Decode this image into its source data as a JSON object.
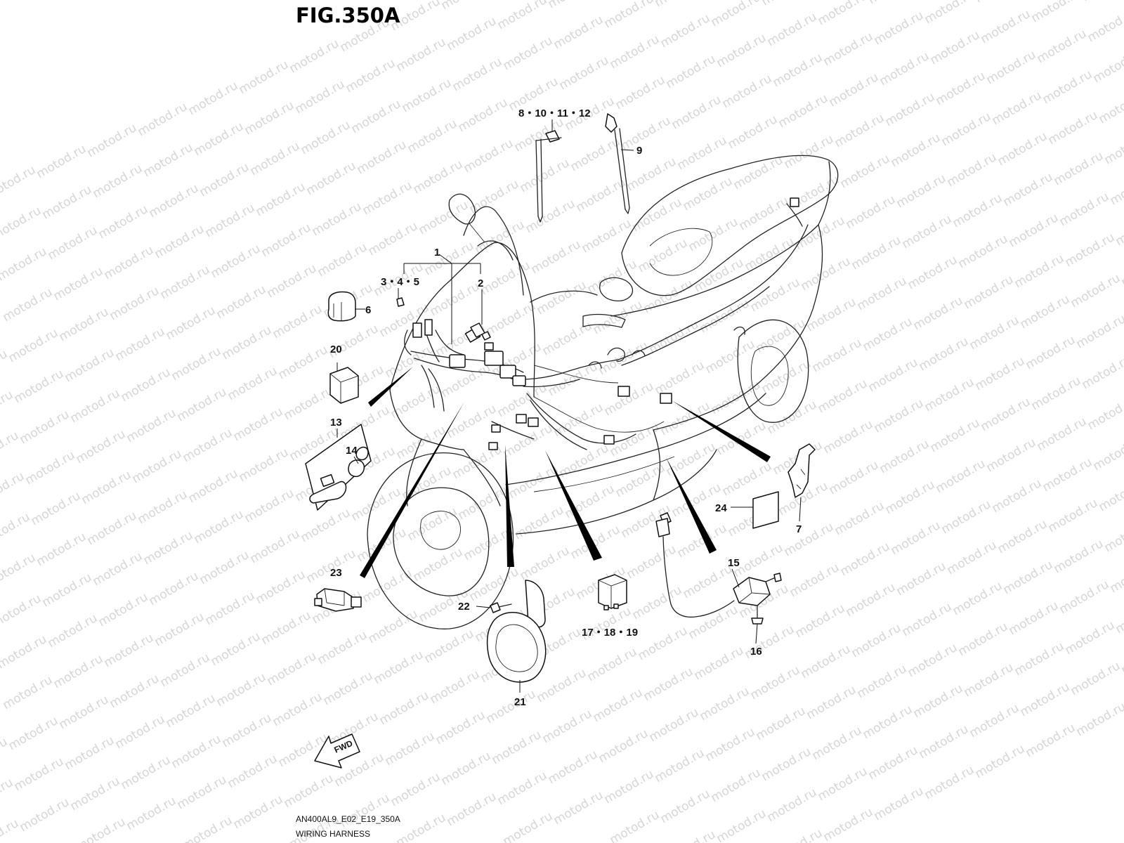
{
  "figure": {
    "title": "FIG.350A",
    "code": "AN400AL9_E02_E19_350A",
    "caption": "WIRING HARNESS"
  },
  "watermark": "motod.ru",
  "direction_arrow": {
    "label": "FWD"
  },
  "callouts": {
    "c1": "1",
    "c2": "2",
    "c345": "3・4・5",
    "c6": "6",
    "c7": "7",
    "c8": "8・10・11・12",
    "c9": "9",
    "c13": "13",
    "c14": "14",
    "c15": "15",
    "c16": "16",
    "c171819": "17・18・19",
    "c20": "20",
    "c21": "21",
    "c22": "22",
    "c23": "23",
    "c24": "24"
  }
}
